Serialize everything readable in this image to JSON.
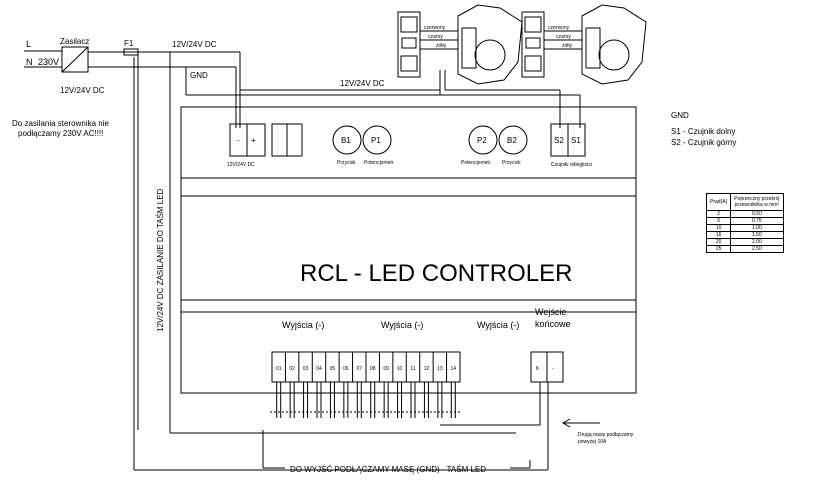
{
  "left": {
    "l_label": "L",
    "n_label": "N",
    "mains_voltage": "230V",
    "psu_label": "Zasilacz",
    "fuse_label": "F1",
    "psu_output": "12V/24V DC",
    "note_line1": "Do zasilania sterownika nie",
    "note_line2": "podłączamy 230V AC!!!!"
  },
  "wires": {
    "top_supply": "12V/24V DC",
    "gnd_top": "GND",
    "mid_supply": "12V/24V DC",
    "vertical_label": "12V/24V DC ZASILANIE DO TAŚM LED"
  },
  "controller": {
    "title": "RCL - LED CONTROLER",
    "supply_minus": "-",
    "supply_plus": "+",
    "supply_caption": "12V/24V DC",
    "b1": "B1",
    "p1": "P1",
    "p2": "P2",
    "b2": "B2",
    "s2": "S2",
    "s1": "S1",
    "caption_przycisk_left": "Przycisk",
    "caption_potencjometr_left": "Potencjometr",
    "caption_potencjometr_right": "Potencjometr",
    "caption_przycisk_right": "Przycisk",
    "caption_sensors": "Czujniki odległości",
    "outputs_1": "Wyjścia (-)",
    "outputs_2": "Wyjścia (-)",
    "outputs_3": "Wyjścia (-)",
    "end_inputs_line1": "Wejście",
    "end_inputs_line2": "końcowe",
    "terminals": [
      "01",
      "02",
      "03",
      "04",
      "05",
      "06",
      "07",
      "08",
      "09",
      "10",
      "11",
      "12",
      "13",
      "14"
    ],
    "end_k": "K",
    "end_minus": "-"
  },
  "sensors": {
    "wire_red": "czerwony",
    "wire_black": "czarny",
    "wire_yellow": "żółty"
  },
  "right": {
    "gnd": "GND",
    "s1_desc": "S1 - Czujnik dolny",
    "s2_desc": "S2 - Czujnik górny",
    "table": {
      "header_current": "Prąd(A)",
      "header_section_line1": "Poprzeczny przekrój",
      "header_section_line2": "przewodnika w mm²",
      "rows": [
        {
          "current": "2",
          "section": "0.50"
        },
        {
          "current": "6",
          "section": "0.75"
        },
        {
          "current": "10",
          "section": "1.00"
        },
        {
          "current": "16",
          "section": "1.50"
        },
        {
          "current": "20",
          "section": "2.00"
        },
        {
          "current": "25",
          "section": "2.50"
        }
      ]
    }
  },
  "bottom": {
    "ground_note_line1": "Drugą masę podłączamy",
    "ground_note_line2": "powyżej 10A",
    "caption": "DO WYJŚĆ PODŁĄCZAMY MASĘ (GND) - TAŚM LED"
  }
}
